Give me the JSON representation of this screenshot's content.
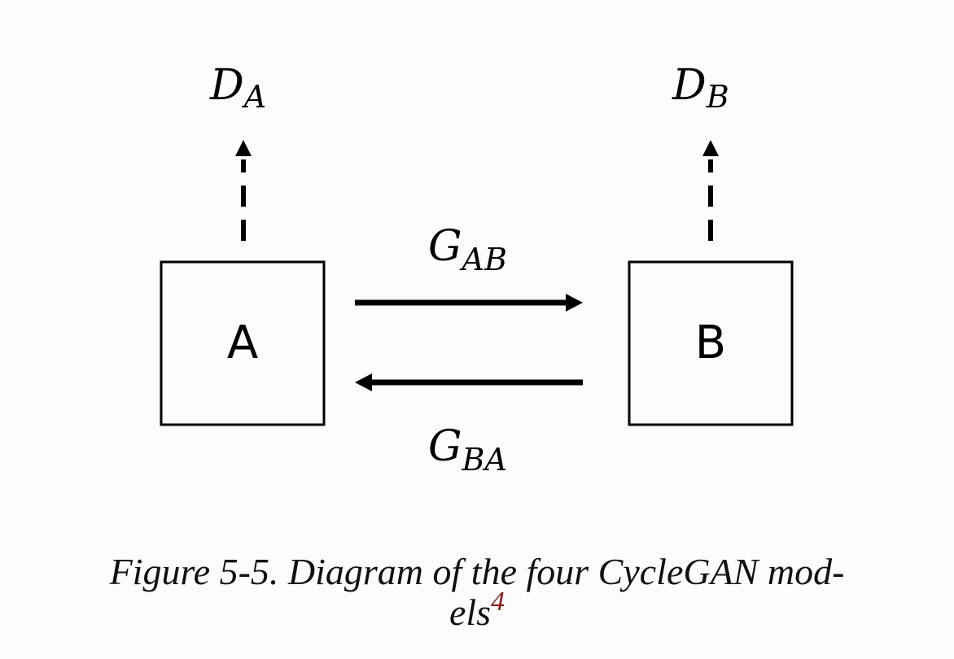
{
  "diagram": {
    "node_a": "A",
    "node_b": "B",
    "discriminator_a": {
      "base": "D",
      "sub": "A"
    },
    "discriminator_b": {
      "base": "D",
      "sub": "B"
    },
    "generator_ab": {
      "base": "G",
      "sub": "AB"
    },
    "generator_ba": {
      "base": "G",
      "sub": "BA"
    }
  },
  "caption": {
    "text_line1": "Figure 5-5. Diagram of the four CycleGAN mod-",
    "text_line2": "els",
    "footnote": "4",
    "footnote_color": "#8b1a1a"
  }
}
